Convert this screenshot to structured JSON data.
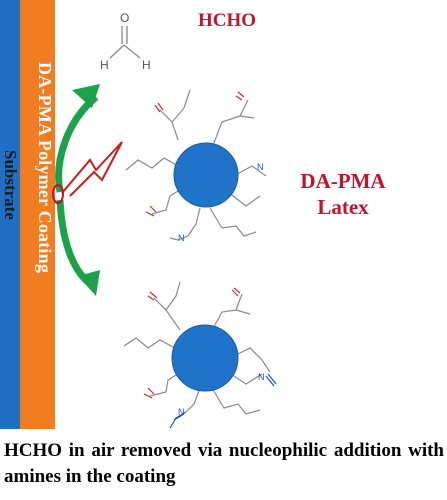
{
  "layers": {
    "substrate_label": "Substrate",
    "coating_label": "DA-PMA Polymer Coating",
    "colors": {
      "substrate": "#1f6fc5",
      "coating": "#f27d21",
      "arrow": "#1aa34a",
      "title": "#c8102e",
      "particle": "#1f73c8"
    }
  },
  "molecule": {
    "title": "HCHO",
    "atom_o": "O",
    "atom_h_left": "H",
    "atom_h_right": "H"
  },
  "latex": {
    "label_line1": "DA-PMA",
    "label_line2": "Latex"
  },
  "caption": "HCHO in air removed via nucleophilic addition with amines in the coating"
}
